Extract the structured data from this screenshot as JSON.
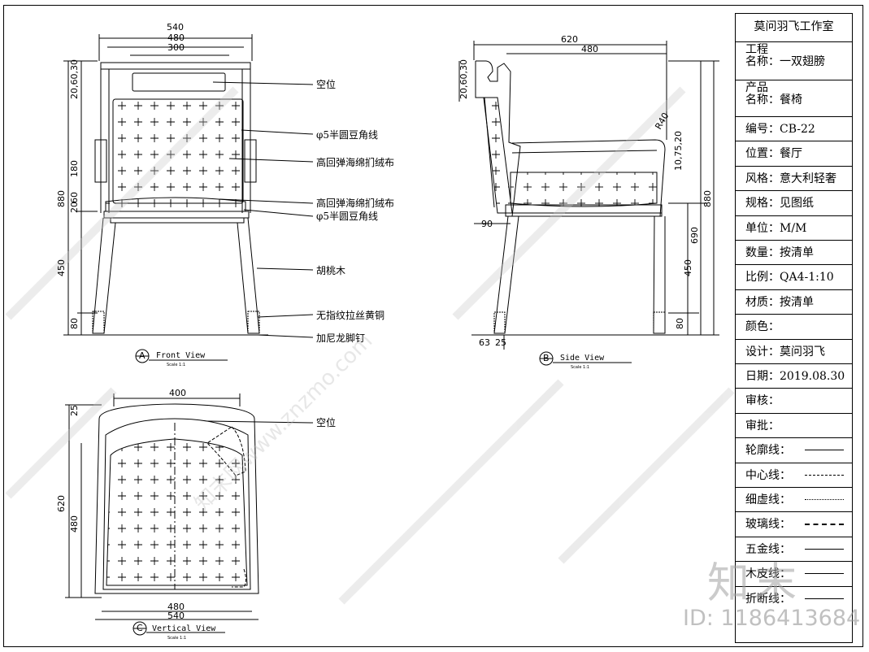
{
  "front_view": {
    "dims_top": [
      "540",
      "480",
      "300"
    ],
    "dims_left": [
      "880",
      "20,60,30",
      "180",
      "20",
      "60",
      "450",
      "80"
    ],
    "callouts": [
      "空位",
      "φ5半圆豆角线",
      "高回弹海绵扪绒布",
      "高回弹海绵扪绒布",
      "φ5半圆豆角线",
      "胡桃木",
      "无指纹拉丝黄铜",
      "加尼龙脚钉"
    ],
    "label_letter": "A",
    "label_text": "Front View",
    "scale": "Scale 1:1"
  },
  "side_view": {
    "dims_top": [
      "620",
      "480"
    ],
    "dims_left": [
      "20,60,30",
      "90",
      "63"
    ],
    "dims_bottom": [
      "25"
    ],
    "dims_right": [
      "R40",
      "10,75,20",
      "880",
      "690",
      "450",
      "80"
    ],
    "label_letter": "B",
    "label_text": "Side View",
    "scale": "Scale 1:1"
  },
  "top_view": {
    "dims_top": [
      "400"
    ],
    "dims_left": [
      "25",
      "620",
      "480"
    ],
    "dims_bottom": [
      "480",
      "540"
    ],
    "callouts": [
      "空位"
    ],
    "label_letter": "C",
    "label_text": "Vertical View",
    "scale": "Scale 1:1"
  },
  "title_block": {
    "header": "莫问羽飞工作室",
    "rows": [
      {
        "label": "工程",
        "label2": "名称：",
        "value": "一双翅膀"
      },
      {
        "label": "产品",
        "label2": "名称：",
        "value": "餐椅"
      },
      {
        "label": "编号：",
        "value": "CB-22"
      },
      {
        "label": "位置：",
        "value": "餐厅"
      },
      {
        "label": "风格：",
        "value": "意大利轻奢"
      },
      {
        "label": "规格：",
        "value": "见图纸"
      },
      {
        "label": "单位：",
        "value": "M/M"
      },
      {
        "label": "数量：",
        "value": "按清单"
      },
      {
        "label": "比例：",
        "value": "QA4-1:10"
      },
      {
        "label": "材质：",
        "value": "按清单"
      },
      {
        "label": "颜色：",
        "value": ""
      },
      {
        "label": "设计：",
        "value": "莫问羽飞"
      },
      {
        "label": "日期：",
        "value": "2019.08.30"
      },
      {
        "label": "审核：",
        "value": ""
      },
      {
        "label": "审批：",
        "value": ""
      },
      {
        "label": "轮廓线：",
        "value": ""
      },
      {
        "label": "中心线：",
        "value": ""
      },
      {
        "label": "细虚线：",
        "value": ""
      },
      {
        "label": "玻璃线：",
        "value": ""
      },
      {
        "label": "五金线：",
        "value": ""
      },
      {
        "label": "木皮线：",
        "value": ""
      },
      {
        "label": "折断线：",
        "value": ""
      }
    ]
  },
  "watermark": {
    "logo": "知末",
    "id": "ID: 1186413684",
    "diagonal": "知末网www.znzmo.com"
  }
}
